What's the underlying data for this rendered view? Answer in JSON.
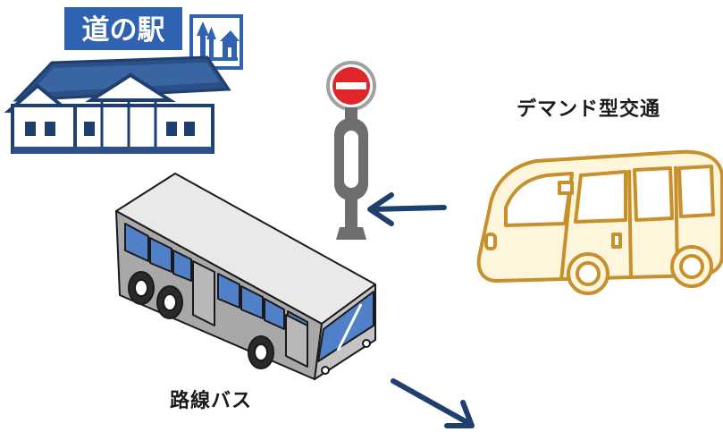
{
  "michi_no_eki": {
    "sign_text": "道の駅"
  },
  "labels": {
    "demand_transport": "デマンド型交通",
    "route_bus": "路線バス"
  },
  "icons": [
    "station-building-icon",
    "bus-stop-icon",
    "van-icon",
    "bus-icon",
    "arrow-icon"
  ],
  "colors": {
    "navy": "#1f3f6f",
    "sign_blue": "#2f62b0",
    "van_outline": "#c8902c",
    "van_fill": "#fdf6dc",
    "bus_body": "#a8a8a8",
    "bus_roof": "#e9e9e9",
    "bus_window": "#4f80c8",
    "stop_red": "#e0262b",
    "stop_gray": "#6e6e6e"
  }
}
